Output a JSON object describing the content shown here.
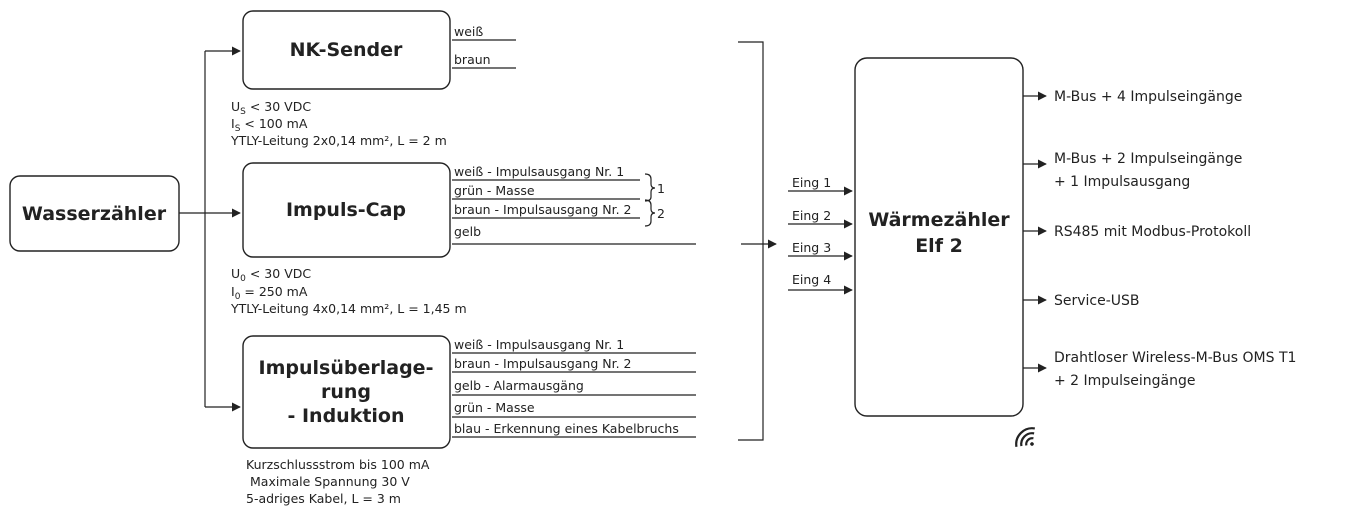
{
  "source": {
    "title": "Wasserzähler"
  },
  "devices": {
    "nk_sender": {
      "title": "NK-Sender",
      "wires": [
        "weiß",
        "braun"
      ],
      "specs": [
        "U_S < 30 VDC",
        "I_S < 100 mA",
        "YTLY-Leitung 2x0,14 mm², L = 2 m"
      ]
    },
    "impuls_cap": {
      "title": "Impuls-Cap",
      "wires": [
        "weiß - Impulsausgang Nr. 1",
        "grün - Masse",
        "braun - Impulsausgang Nr. 2",
        "gelb"
      ],
      "brace_labels": [
        "1",
        "2"
      ],
      "specs": [
        "U_0 < 30 VDC",
        "I_0 = 250 mA",
        "YTLY-Leitung 4x0,14 mm², L = 1,45 m"
      ]
    },
    "induktion": {
      "title_lines": [
        "Impulsüberlage-",
        "rung",
        "- Induktion"
      ],
      "wires": [
        "weiß - Impulsausgang Nr. 1",
        "braun - Impulsausgang Nr. 2",
        "gelb - Alarmausgäng",
        "grün - Masse",
        "blau - Erkennung eines Kabelbruchs"
      ],
      "specs": [
        "Kurzschlussstrom bis 100 mA",
        "Maximale Spannung 30 V",
        "5-adriges Kabel, L = 3 m"
      ]
    }
  },
  "meter": {
    "title_lines": [
      "Wärmezähler",
      "Elf 2"
    ],
    "inputs": [
      "Eing 1",
      "Eing 2",
      "Eing 3",
      "Eing 4"
    ],
    "outputs": [
      {
        "lines": [
          "M-Bus + 4 Impulseingänge"
        ]
      },
      {
        "lines": [
          "M-Bus + 2 Impulseingänge",
          "+ 1 Impulsausgang"
        ]
      },
      {
        "lines": [
          "RS485 mit Modbus-Protokoll"
        ]
      },
      {
        "lines": [
          "Service-USB"
        ]
      },
      {
        "lines": [
          "Drahtloser Wireless-M-Bus OMS T1",
          "+ 2 Impulseingänge"
        ]
      }
    ],
    "wireless_icon": "wireless-signal-icon"
  }
}
